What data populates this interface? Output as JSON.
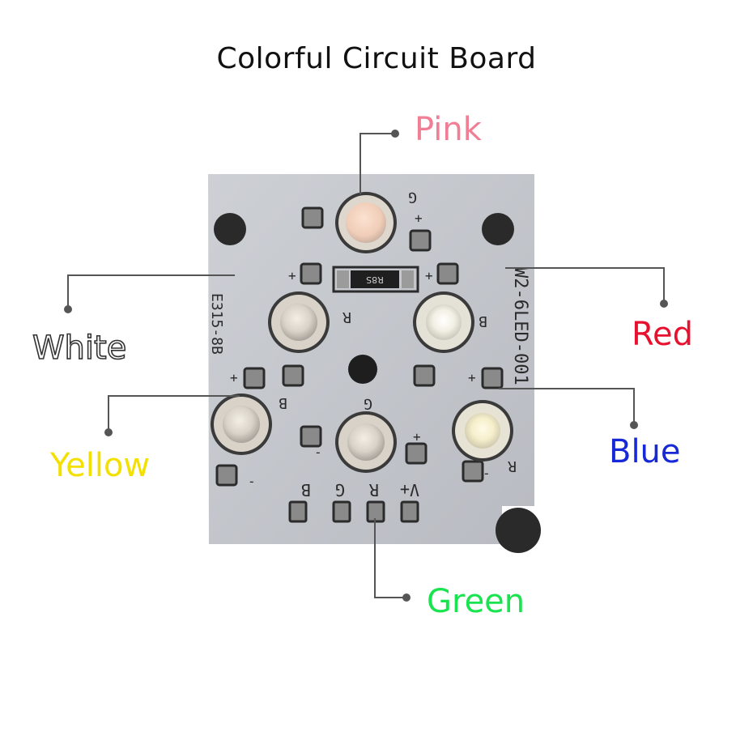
{
  "title": "Colorful Circuit Board",
  "callouts": {
    "pink": "Pink",
    "red": "Red",
    "blue": "Blue",
    "green": "Green",
    "yellow": "Yellow",
    "white": "White"
  },
  "board_markings": {
    "resistor": "R8S",
    "model": "W2-6LED-001",
    "batch": "E315-8B",
    "pin_labels": [
      "B",
      "G",
      "R",
      "V+"
    ],
    "led_letter_g": "G",
    "led_letter_r": "R",
    "led_letter_b": "B",
    "plus": "+",
    "minus": "-"
  },
  "colors": {
    "pink": "#f07f96",
    "red": "#e8102f",
    "blue": "#1728d6",
    "green": "#19e34f",
    "yellow": "#f3e000",
    "board": "#c4c6cb",
    "leader": "#555555"
  }
}
